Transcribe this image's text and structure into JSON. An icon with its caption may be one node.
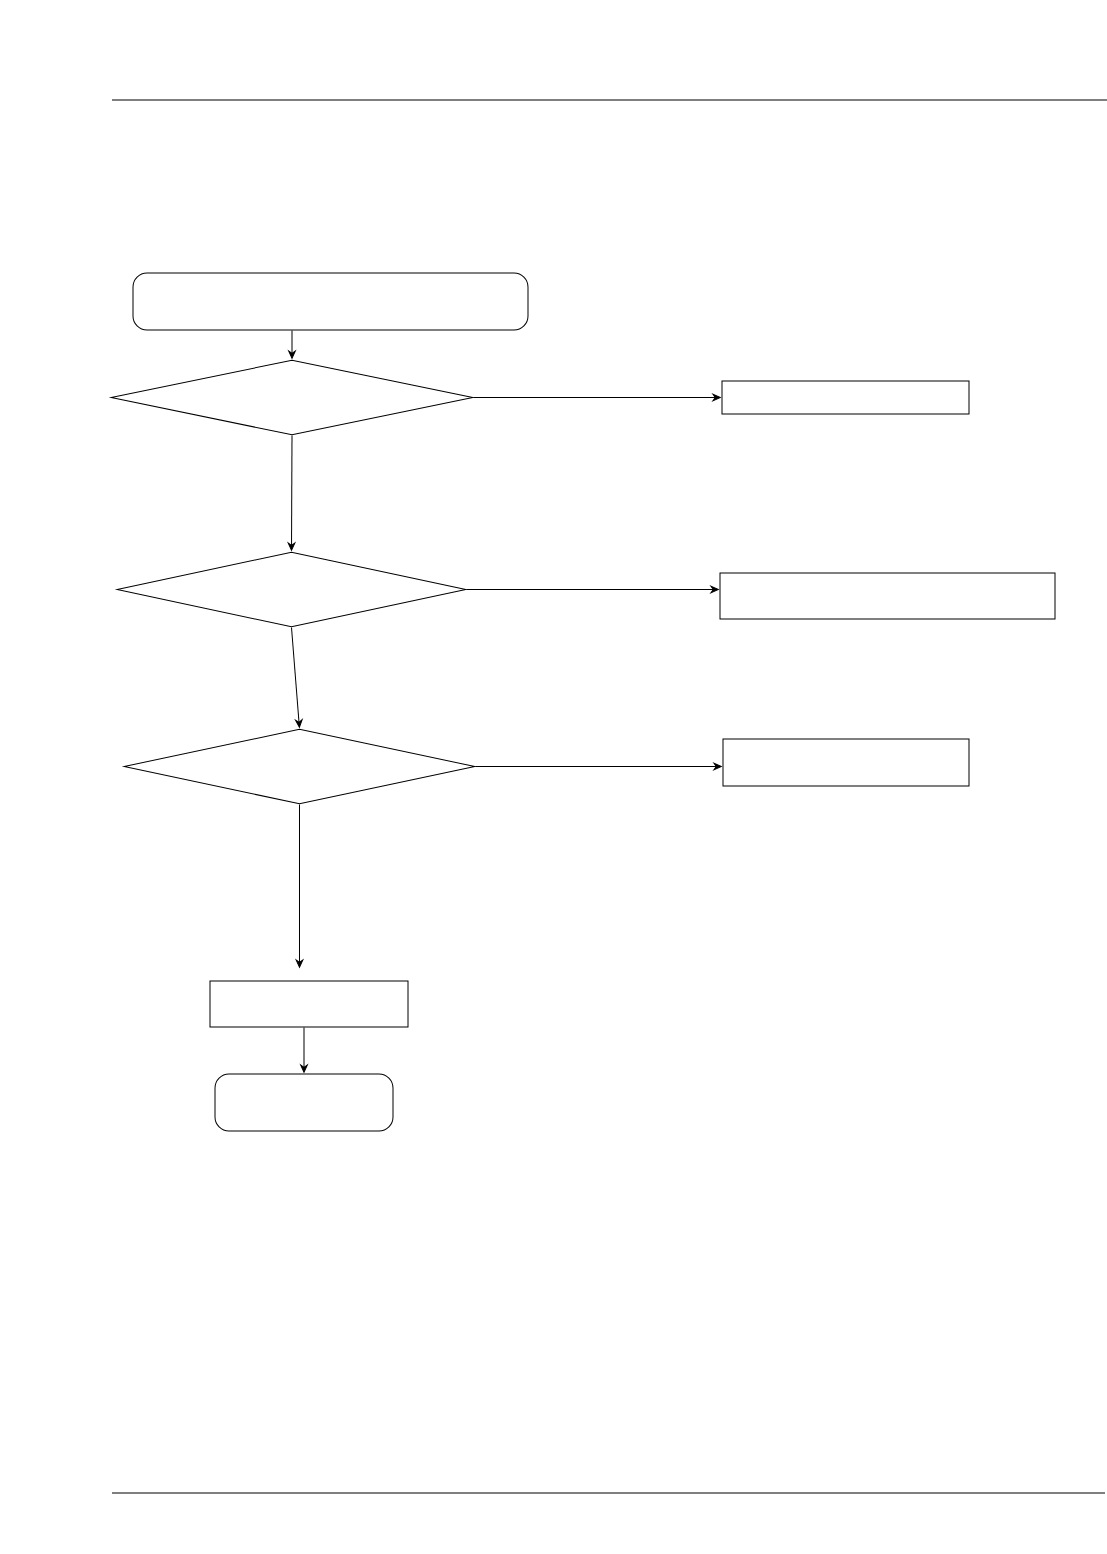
{
  "diagram": {
    "nodes": [
      {
        "text": [],
        "shape": "box"
      },
      {
        "text": [],
        "shape": "diamond"
      },
      {
        "text": [],
        "shape": "box"
      },
      {
        "text": [],
        "shape": "diamond"
      },
      {
        "text": [],
        "shape": "box"
      },
      {
        "text": [],
        "shape": "diamond"
      },
      {
        "text": [],
        "shape": "box"
      },
      {
        "text": [],
        "shape": "box"
      },
      {
        "text": [],
        "shape": "box"
      }
    ],
    "edges": [
      {
        "from": 0,
        "to": 1,
        "arrow": "to"
      },
      {
        "from": 1,
        "to": 2,
        "arrow": "to"
      },
      {
        "from": 1,
        "to": 3,
        "arrow": "to"
      },
      {
        "from": 3,
        "to": 4,
        "arrow": "to"
      },
      {
        "from": 3,
        "to": 5,
        "arrow": "to"
      },
      {
        "from": 5,
        "to": 6,
        "arrow": "to"
      },
      {
        "from": 5,
        "to": 7,
        "arrow": "to"
      },
      {
        "from": 7,
        "to": 8,
        "arrow": "to"
      }
    ]
  }
}
